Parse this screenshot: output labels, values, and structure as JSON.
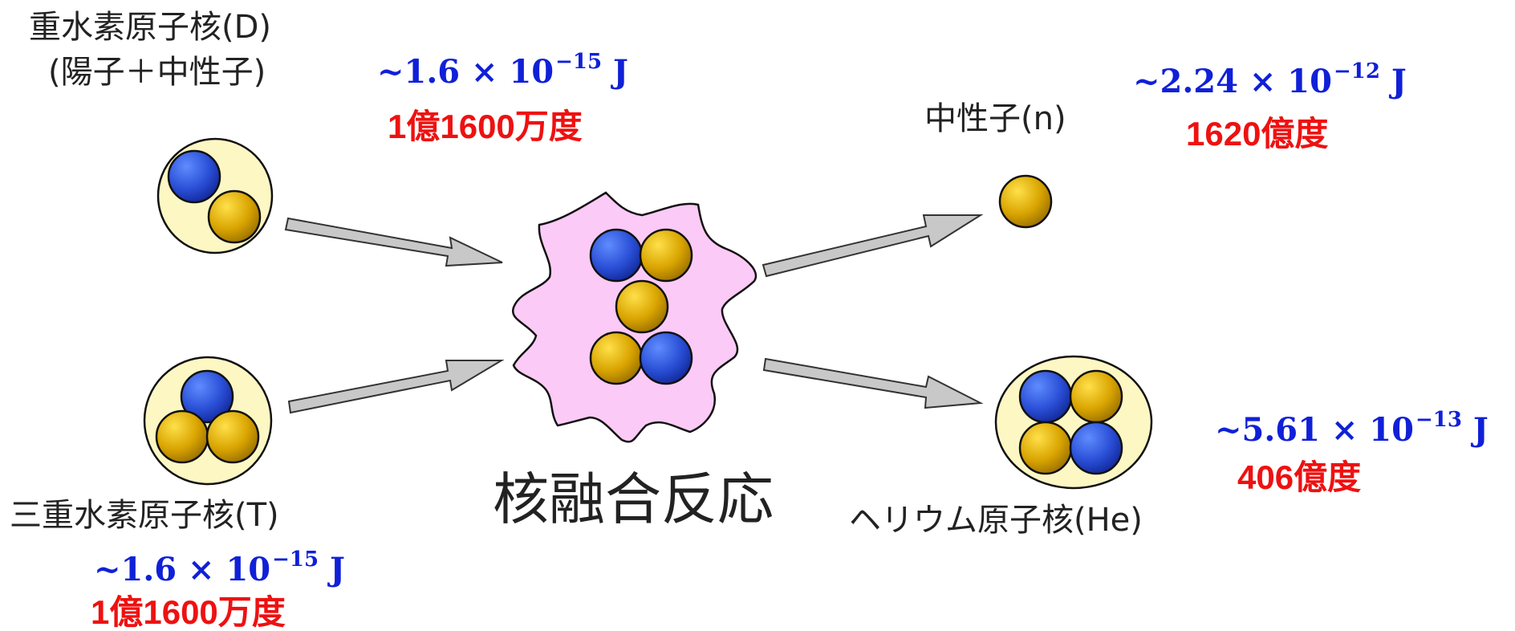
{
  "deuterium": {
    "name": "重水素原子核(D)",
    "composition": "(陽子＋中性子)",
    "energy_prefix": "~1.6 × 10",
    "energy_exp": "−15",
    "energy_unit": "J",
    "temperature": "1億1600万度"
  },
  "tritium": {
    "name": "三重水素原子核(T)",
    "energy_prefix": "~1.6 × 10",
    "energy_exp": "−15",
    "energy_unit": "J",
    "temperature": "1億1600万度"
  },
  "neutron": {
    "name": "中性子(n)",
    "energy_prefix": "~2.24 × 10",
    "energy_exp": "−12",
    "energy_unit": "J",
    "temperature": "1620億度"
  },
  "helium": {
    "name": "ヘリウム原子核(He)",
    "energy_prefix": "~5.61 × 10",
    "energy_exp": "−13",
    "energy_unit": "J",
    "temperature": "406億度"
  },
  "reaction": {
    "label": "核融合反応"
  },
  "colors": {
    "proton": "#2a4fd6",
    "neutron": "#d9a400",
    "nucleus_bg": "#fdf7c4",
    "reaction_bg": "#fccaf6",
    "arrow": "#c8c8c8",
    "energy_text": "#1020d8",
    "temperature_text": "#ee1111"
  }
}
